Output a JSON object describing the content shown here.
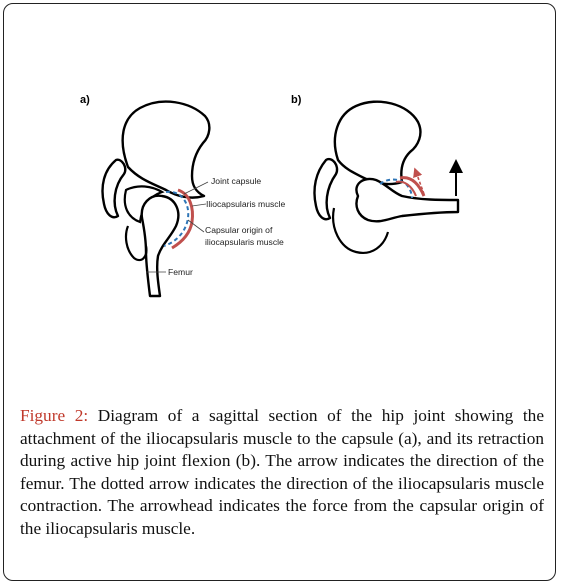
{
  "figure": {
    "panels": {
      "a": {
        "label": "a)",
        "annotations": {
          "joint_capsule": "Joint capsule",
          "iliocapsularis_muscle": "Iliocapsularis muscle",
          "capsular_origin_line1": "Capsular origin of",
          "capsular_origin_line2": "iliocapsularis muscle",
          "femur": "Femur"
        }
      },
      "b": {
        "label": "b)"
      }
    },
    "colors": {
      "muscle": "#c0504d",
      "capsule": "#2e75b6",
      "caption_label": "#c0392b",
      "outline": "#000000"
    },
    "caption": {
      "label": "Figure 2:",
      "text": "Diagram of a sagittal section of the hip joint showing the attachment of the iliocapsularis muscle to the capsule (a), and its retraction during active hip joint flexion (b). The arrow indicates the direction of the femur. The dotted arrow indicates the direction of the iliocapsularis muscle contraction. The arrowhead indicates the force from the capsular origin of the iliocapsularis muscle."
    }
  }
}
